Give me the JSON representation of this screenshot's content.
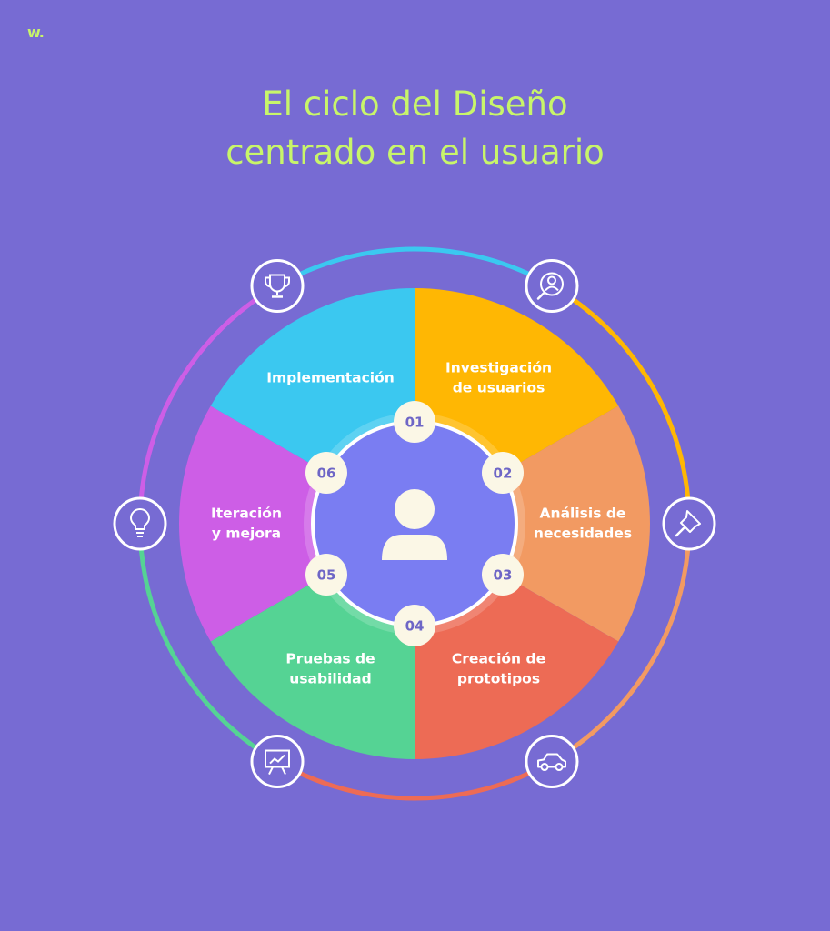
{
  "logo": "w.",
  "title": {
    "line1": "El ciclo del Diseño",
    "line2": "centrado en el usuario"
  },
  "colors": {
    "background": "#776bd3",
    "title": "#c8f56a",
    "center": "#7a7df2"
  },
  "center_icon": "user-icon",
  "steps": [
    {
      "number": "01",
      "label": [
        "Investigación",
        "de usuarios"
      ],
      "color": "#ffb703",
      "icon": "user-search-icon"
    },
    {
      "number": "02",
      "label": [
        "Análisis de",
        "necesidades"
      ],
      "color": "#f29a62",
      "icon": "pin-icon"
    },
    {
      "number": "03",
      "label": [
        "Creación de",
        "prototipos"
      ],
      "color": "#ed6b55",
      "icon": "car-icon"
    },
    {
      "number": "04",
      "label": [
        "Pruebas de",
        "usabilidad"
      ],
      "color": "#55d394",
      "icon": "presentation-chart-icon"
    },
    {
      "number": "05",
      "label": [
        "Iteración",
        "y mejora"
      ],
      "color": "#cd5ee6",
      "icon": "lightbulb-icon"
    },
    {
      "number": "06",
      "label": [
        "Implementación"
      ],
      "color": "#3bc8f0",
      "icon": "trophy-icon"
    }
  ]
}
